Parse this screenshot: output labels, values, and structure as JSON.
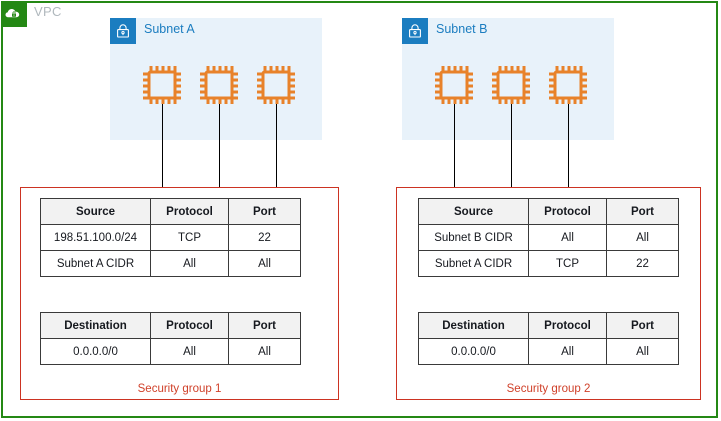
{
  "vpc": {
    "label": "VPC",
    "icon": "vpc-cloud-icon",
    "border_color": "#248814"
  },
  "subnets": [
    {
      "id": "a",
      "label": "Subnet A",
      "icon": "lock-icon",
      "color": "#1b7dc0",
      "background": "#e8f2fa",
      "instance_count": 3
    },
    {
      "id": "b",
      "label": "Subnet B",
      "icon": "lock-icon",
      "color": "#1b7dc0",
      "background": "#e8f2fa",
      "instance_count": 3
    }
  ],
  "security_groups": [
    {
      "id": "sg1",
      "label": "Security group 1",
      "color": "#d0412a",
      "inbound": {
        "headers": [
          "Source",
          "Protocol",
          "Port"
        ],
        "rows": [
          [
            "198.51.100.0/24",
            "TCP",
            "22"
          ],
          [
            "Subnet A CIDR",
            "All",
            "All"
          ]
        ]
      },
      "outbound": {
        "headers": [
          "Destination",
          "Protocol",
          "Port"
        ],
        "rows": [
          [
            "0.0.0.0/0",
            "All",
            "All"
          ]
        ]
      }
    },
    {
      "id": "sg2",
      "label": "Security group 2",
      "color": "#d0412a",
      "inbound": {
        "headers": [
          "Source",
          "Protocol",
          "Port"
        ],
        "rows": [
          [
            "Subnet B CIDR",
            "All",
            "All"
          ],
          [
            "Subnet A CIDR",
            "TCP",
            "22"
          ]
        ]
      },
      "outbound": {
        "headers": [
          "Destination",
          "Protocol",
          "Port"
        ],
        "rows": [
          [
            "0.0.0.0/0",
            "All",
            "All"
          ]
        ]
      }
    }
  ],
  "instance_icon": {
    "name": "ec2-instance-chip-icon",
    "color": "#e8822a"
  }
}
